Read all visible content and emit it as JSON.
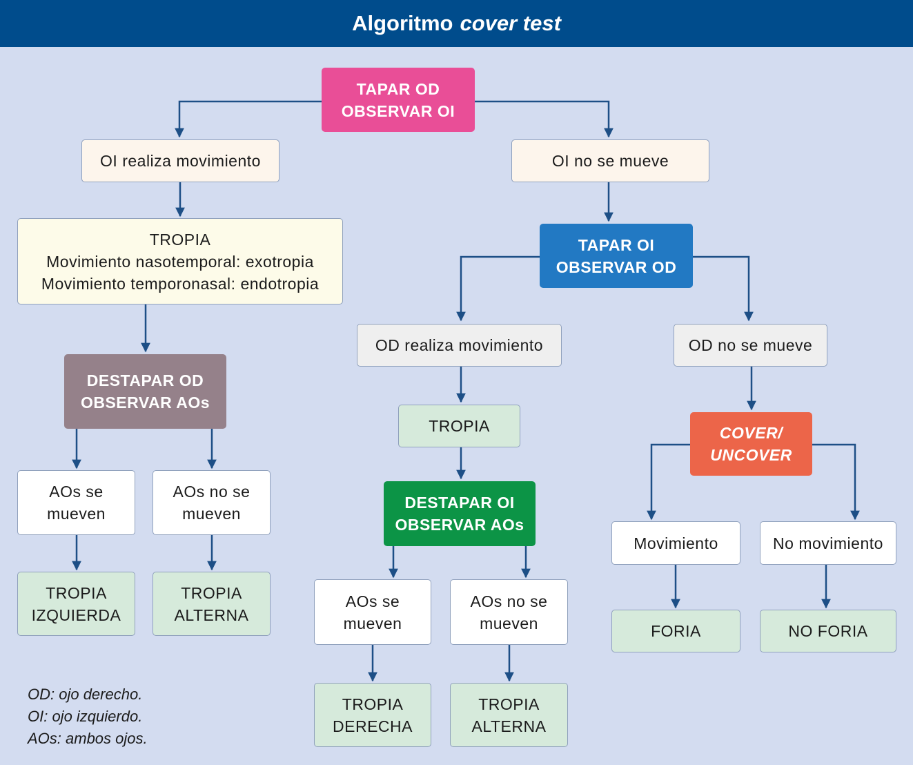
{
  "title": {
    "main": "Algoritmo",
    "italic": "cover test"
  },
  "nodes": {
    "tapar_od": [
      "TAPAR OD",
      "OBSERVAR OI"
    ],
    "oi_realiza": "OI realiza movimiento",
    "oi_no_mueve": "OI no se mueve",
    "tropia_left": [
      "TROPIA",
      "Movimiento nasotemporal: exotropia",
      "Movimiento temporonasal: endotropia"
    ],
    "destapar_od": [
      "DESTAPAR OD",
      "OBSERVAR AOs"
    ],
    "left_aos_mueven": [
      "AOs se",
      "mueven"
    ],
    "left_aos_no_mueven": [
      "AOs no se",
      "mueven"
    ],
    "tropia_izquierda": [
      "TROPIA",
      "IZQUIERDA"
    ],
    "left_tropia_alterna": [
      "TROPIA",
      "ALTERNA"
    ],
    "tapar_oi": [
      "TAPAR OI",
      "OBSERVAR OD"
    ],
    "od_realiza": "OD realiza movimiento",
    "od_no_mueve": "OD no se mueve",
    "tropia_mid": "TROPIA",
    "destapar_oi": [
      "DESTAPAR OI",
      "OBSERVAR AOs"
    ],
    "mid_aos_mueven": [
      "AOs se",
      "mueven"
    ],
    "mid_aos_no_mueven": [
      "AOs no se",
      "mueven"
    ],
    "tropia_derecha": [
      "TROPIA",
      "DERECHA"
    ],
    "mid_tropia_alterna": [
      "TROPIA",
      "ALTERNA"
    ],
    "cover_uncover": [
      "COVER/",
      "UNCOVER"
    ],
    "movimiento": "Movimiento",
    "no_movimiento": "No movimiento",
    "foria": "FORIA",
    "no_foria": "NO FORIA"
  },
  "legend": [
    "OD: ojo derecho.",
    "OI: ojo izquierdo.",
    "AOs: ambos ojos."
  ],
  "colors": {
    "background": "#d3dcf0",
    "title_bar": "#004c8c",
    "connector": "#1d4f86",
    "pink": "#e94e97",
    "blue": "#2279c3",
    "mauve": "#95818a",
    "green": "#0c9446",
    "orange": "#ec6549",
    "result_green": "#d6eadb"
  }
}
